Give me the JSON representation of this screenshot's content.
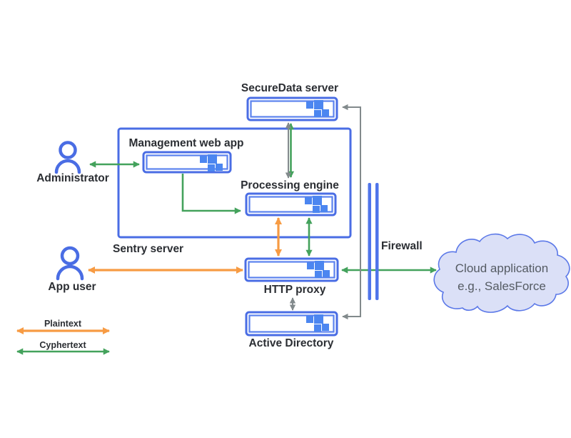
{
  "diagram": {
    "nodes": {
      "securedata_server": "SecureData server",
      "management_web_app": "Management web app",
      "processing_engine": "Processing engine",
      "sentry_server": "Sentry server",
      "http_proxy": "HTTP proxy",
      "active_directory": "Active Directory",
      "firewall": "Firewall",
      "administrator": "Administrator",
      "app_user": "App user",
      "cloud_line1": "Cloud application",
      "cloud_line2": "e.g., SalesForce"
    },
    "legend": {
      "plaintext_label": "Plaintext",
      "cyphertext_label": "Cyphertext"
    },
    "colors": {
      "node_border_blue": "#4a6de4",
      "node_inner_blue": "#5b82ee",
      "icon_square_blue": "#4c86f0",
      "plaintext_orange": "#f79b43",
      "cyphertext_green": "#44a25c",
      "neutral_gray": "#828a8c",
      "firewall_blue": "#4f74ea",
      "cloud_fill": "#dbe0f7",
      "cloud_border": "#5b78e8",
      "label_text": "#2b2e33",
      "cloud_text": "#555b63"
    },
    "connections": [
      {
        "from": "administrator",
        "to": "management_web_app",
        "type": "cyphertext",
        "bidirectional": true
      },
      {
        "from": "management_web_app",
        "to": "processing_engine",
        "type": "cyphertext",
        "bidirectional": false
      },
      {
        "from": "processing_engine",
        "to": "securedata_server",
        "type": "cyphertext",
        "bidirectional": true
      },
      {
        "from": "processing_engine",
        "to": "http_proxy",
        "type": "plaintext",
        "bidirectional": true
      },
      {
        "from": "processing_engine",
        "to": "http_proxy",
        "type": "cyphertext",
        "bidirectional": true
      },
      {
        "from": "app_user",
        "to": "http_proxy",
        "type": "plaintext",
        "bidirectional": true
      },
      {
        "from": "http_proxy",
        "to": "cloud_application",
        "type": "cyphertext",
        "bidirectional": true,
        "crosses": "firewall"
      },
      {
        "from": "http_proxy",
        "to": "active_directory",
        "type": "neutral",
        "bidirectional": true
      },
      {
        "from": "securedata_server",
        "to": "active_directory",
        "type": "neutral",
        "bidirectional": true
      }
    ]
  }
}
